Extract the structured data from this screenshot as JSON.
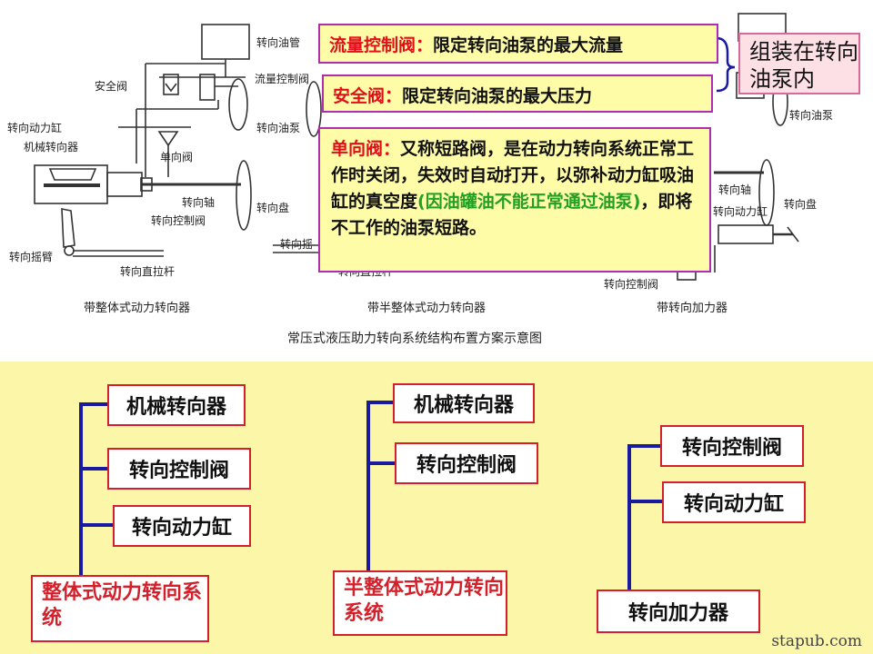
{
  "schematic": {
    "title": "常压式液压助力转向系统结构布置方案示意图",
    "captions": {
      "left": "带整体式动力转向器",
      "middle": "带半整体式动力转向器",
      "right": "带转向加力器"
    },
    "left_labels": [
      "转向油管",
      "安全阀",
      "流量控制阀",
      "转向油泵",
      "转向动力缸",
      "机械转向器",
      "单向阀",
      "转向轴",
      "转向盘",
      "转向控制阀",
      "转向摇臂",
      "转向直拉杆"
    ],
    "middle_labels": [
      "转向摇",
      "转向直拉杆"
    ],
    "right_labels": [
      "转向油泵",
      "转向轴",
      "转向动力缸",
      "转向盘",
      "转向控制阀"
    ]
  },
  "callouts": {
    "flow": {
      "term": "流量控制阀：",
      "text": "限定转向油泵的最大流量"
    },
    "safety": {
      "term": "安全阀：",
      "text": "限定转向油泵的最大压力"
    },
    "check": {
      "term": "单向阀：",
      "text1": "又称短路阀，是在动力转向系统正常工作时关闭，失效时自动打开，以弥补动力缸吸油缸的真空度",
      "green": "(因油罐油不能正常通过油泵)",
      "text2": "，即将不工作的油泵短路。"
    },
    "pump_note": "组装在转向油泵内"
  },
  "trees": {
    "tree1": {
      "children": [
        "机械转向器",
        "转向控制阀",
        "转向动力缸"
      ],
      "root": "整体式动力转向系统"
    },
    "tree2": {
      "children": [
        "机械转向器",
        "转向控制阀"
      ],
      "root": "半整体式动力转向系统"
    },
    "tree3": {
      "children": [
        "转向控制阀",
        "转向动力缸"
      ],
      "root": "转向加力器"
    }
  },
  "watermark": "stapub.com",
  "colors": {
    "top_bg": "#ffffff",
    "bottom_bg": "#fbf6a8",
    "callout_border": "#b02cb0",
    "node_border": "#d4202a",
    "tree_line": "#1a1aa0",
    "term_red": "#e0101a",
    "note_green": "#22a022"
  }
}
